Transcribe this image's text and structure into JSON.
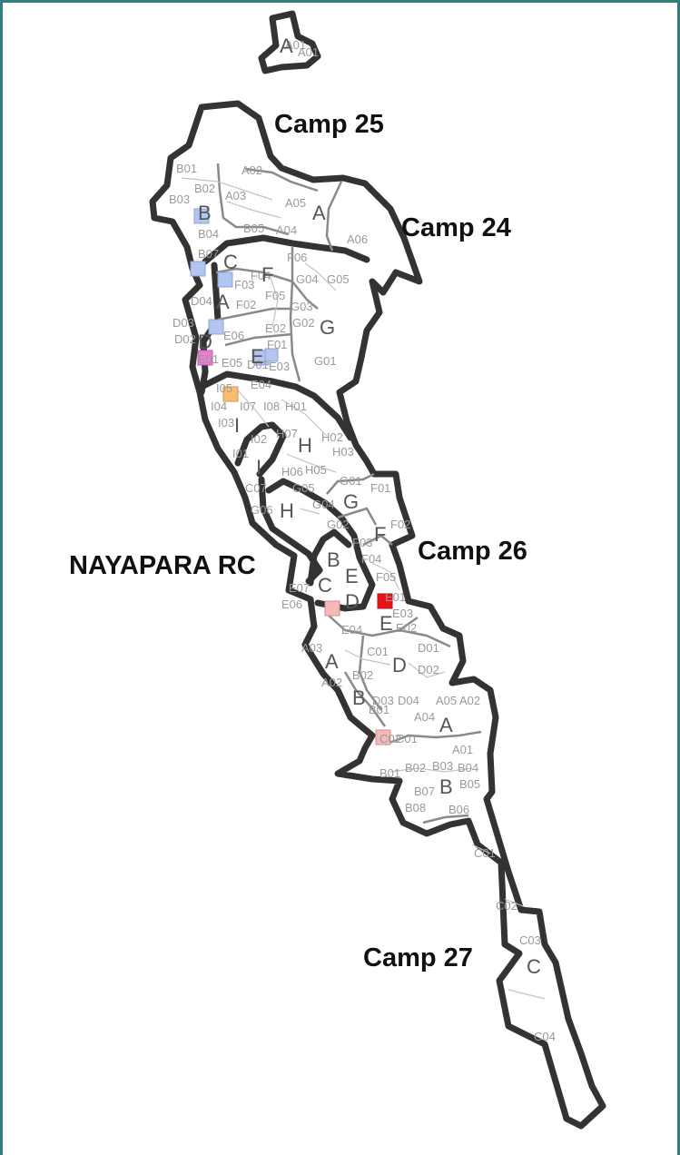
{
  "camps": [
    {
      "id": "camp-25",
      "label": "Camp 25"
    },
    {
      "id": "camp-24",
      "label": "Camp 24"
    },
    {
      "id": "camp-26",
      "label": "Camp 26"
    },
    {
      "id": "nayapara-rc",
      "label": "NAYAPARA RC"
    },
    {
      "id": "camp-27",
      "label": "Camp 27"
    }
  ],
  "blocks": [
    "A",
    "A",
    "B",
    "C",
    "F",
    "G",
    "A",
    "D",
    "E",
    "I",
    "H",
    "I",
    "H",
    "G",
    "F",
    "B",
    "E",
    "C",
    "D",
    "E",
    "A",
    "D",
    "B",
    "A",
    "B",
    "C"
  ],
  "sub_blocks": [
    "A01",
    "A01",
    "B01",
    "A02",
    "B02",
    "A03",
    "B03",
    "A05",
    "B04",
    "B05",
    "A04",
    "A06",
    "F06",
    "F04",
    "G04",
    "G05",
    "B07",
    "F03",
    "D04",
    "F02",
    "F05",
    "G03",
    "D03",
    "E06",
    "E02",
    "G02",
    "D02",
    "F01",
    "E01",
    "E05",
    "E03",
    "G01",
    "E04",
    "D01",
    "I05",
    "H01",
    "I04",
    "I07",
    "I08",
    "I03",
    "H07",
    "H02",
    "I01",
    "H03",
    "I02",
    "H06",
    "H05",
    "G01",
    "C07",
    "F01",
    "G05",
    "G04",
    "G06",
    "G02",
    "F02",
    "F03",
    "F04",
    "F05",
    "E07",
    "E01",
    "E06",
    "E03",
    "E04",
    "E02",
    "A03",
    "D01",
    "C01",
    "D02",
    "A02",
    "B02",
    "D03",
    "B01",
    "D04",
    "A05",
    "A02",
    "A04",
    "C01",
    "A01",
    "C02",
    "B02",
    "B01",
    "B03",
    "B04",
    "B05",
    "B07",
    "B08",
    "B06",
    "C01",
    "C02",
    "C03",
    "C04"
  ],
  "facility_colors": {
    "light_blue": "#b3c6f0",
    "magenta": "#e87fd2",
    "orange": "#f6be73",
    "red": "#e8161b",
    "pink": "#f4b8b8"
  }
}
